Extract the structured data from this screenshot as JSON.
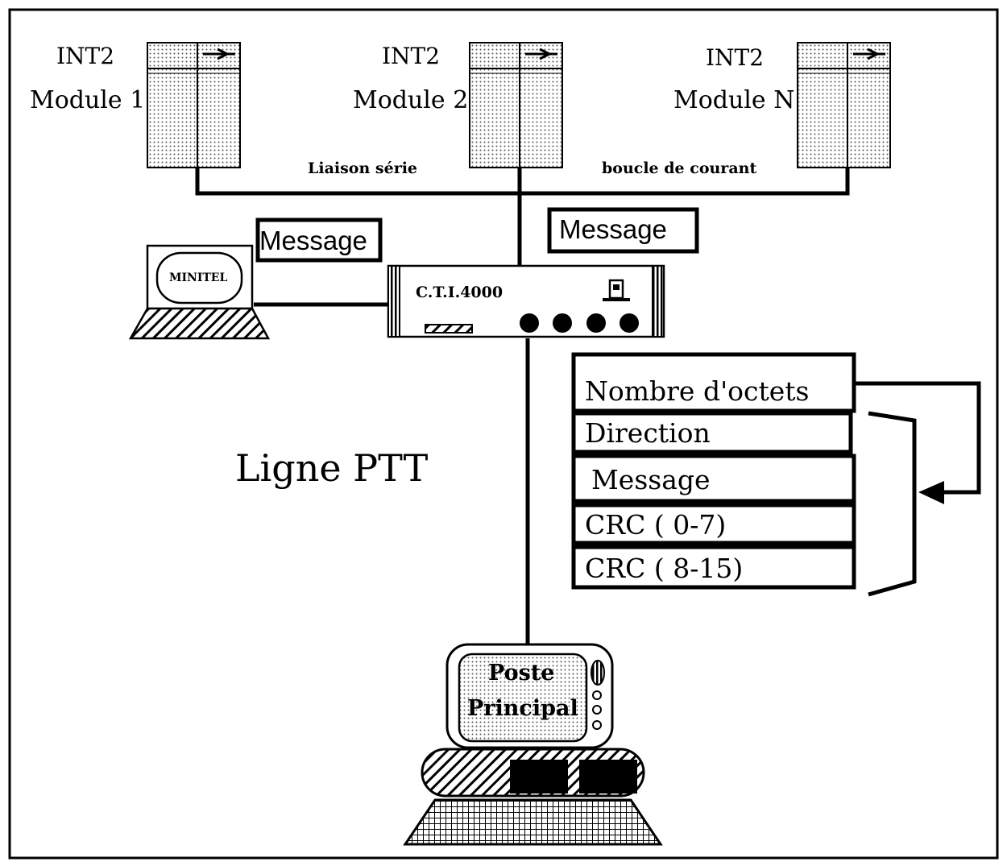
{
  "modules": [
    {
      "title": "INT2",
      "name": "Module 1"
    },
    {
      "title": "INT2",
      "name": "Module 2"
    },
    {
      "title": "INT2",
      "name": "Module N"
    }
  ],
  "links": {
    "serial": "Liaison série",
    "loop": "boucle de courant"
  },
  "messages": {
    "left": "Message",
    "right": "Message"
  },
  "minitel": {
    "label": "MINITEL"
  },
  "cti": {
    "label": "C.T.I.4000"
  },
  "line": {
    "label": "Ligne PTT"
  },
  "frame": {
    "fields": [
      "Nombre d'octets",
      "Direction",
      "Message",
      "CRC ( 0-7)",
      "CRC ( 8-15)"
    ]
  },
  "station": {
    "line1": "Poste",
    "line2": "Principal"
  }
}
